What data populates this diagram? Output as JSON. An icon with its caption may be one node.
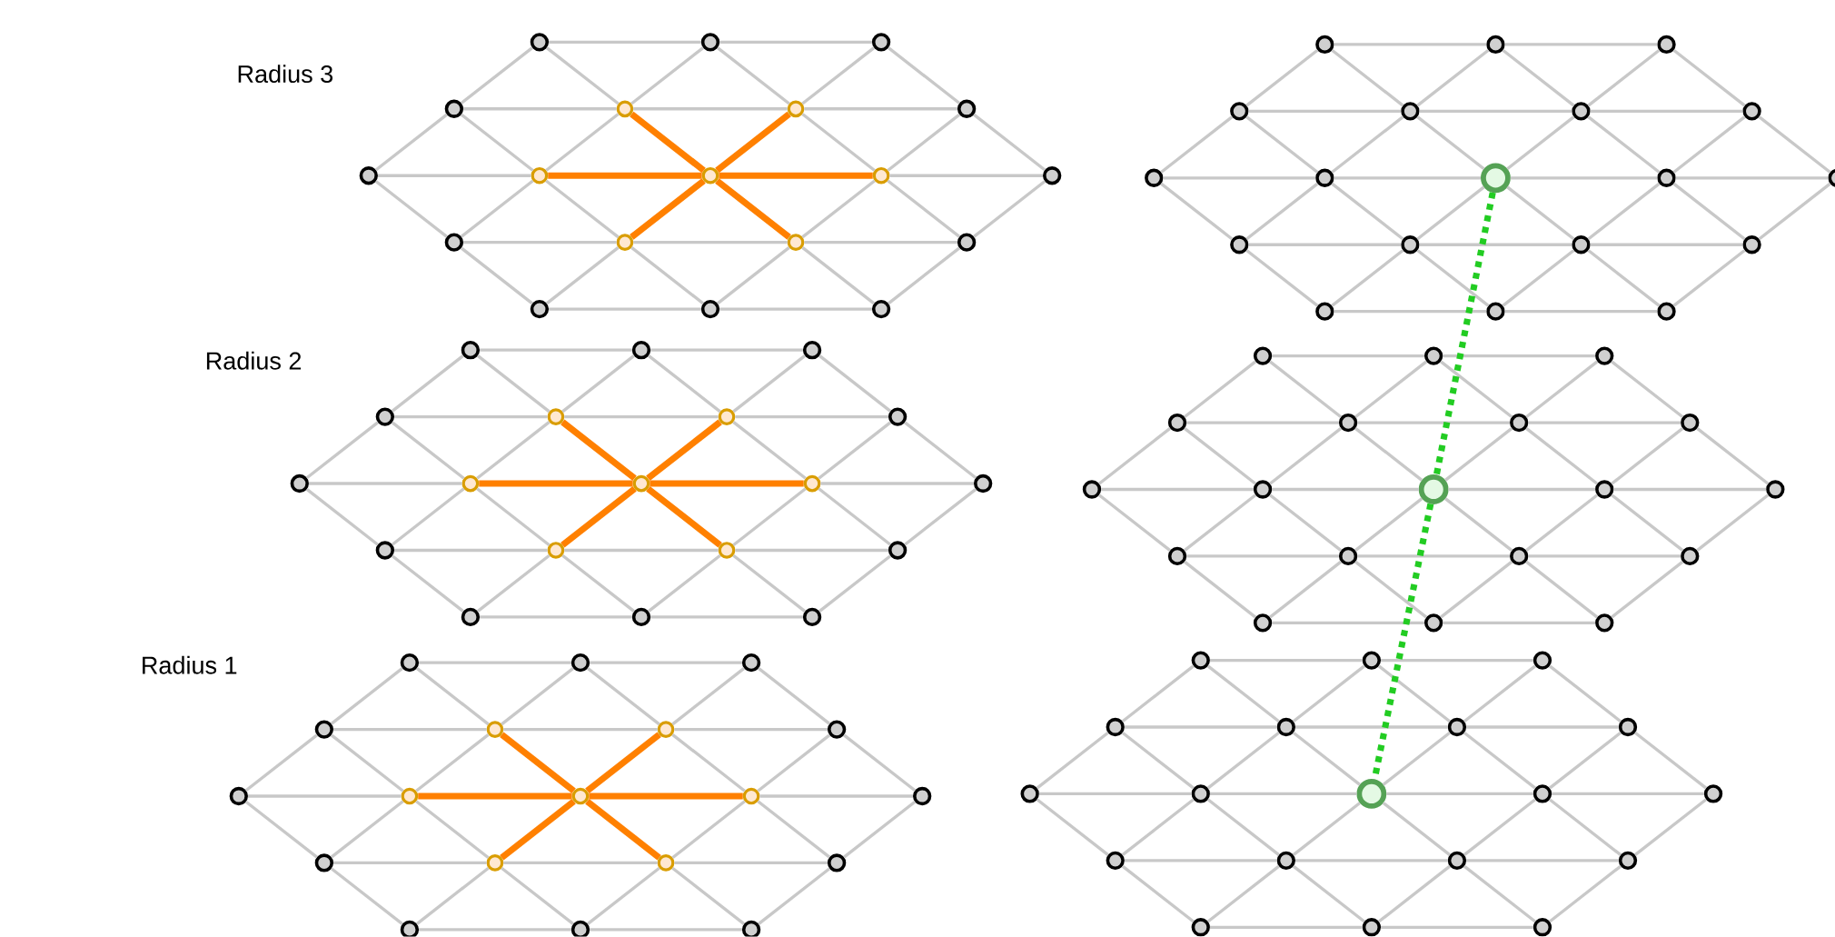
{
  "diagram": {
    "nodes": [
      {
        "text": [],
        "shape": "circle"
      },
      {
        "text": [],
        "shape": "circle"
      },
      {
        "text": [],
        "shape": "circle"
      },
      {
        "text": [],
        "shape": "circle"
      },
      {
        "text": [],
        "shape": "circle"
      },
      {
        "text": [],
        "shape": "circle"
      },
      {
        "text": [],
        "shape": "circle"
      },
      {
        "text": [],
        "shape": "circle"
      },
      {
        "text": [],
        "shape": "circle"
      },
      {
        "text": [],
        "shape": "circle"
      },
      {
        "text": [],
        "shape": "circle"
      },
      {
        "text": [],
        "shape": "circle"
      },
      {
        "text": [],
        "shape": "circle"
      },
      {
        "text": [],
        "shape": "circle"
      },
      {
        "text": [],
        "shape": "circle"
      },
      {
        "text": [],
        "shape": "circle"
      },
      {
        "text": [],
        "shape": "circle"
      },
      {
        "text": [],
        "shape": "circle"
      },
      {
        "text": [],
        "shape": "circle"
      },
      {
        "text": [],
        "shape": "circle"
      },
      {
        "text": [],
        "shape": "circle"
      },
      {
        "text": [],
        "shape": "circle"
      },
      {
        "text": [],
        "shape": "circle"
      },
      {
        "text": [],
        "shape": "circle"
      },
      {
        "text": [],
        "shape": "circle"
      },
      {
        "text": [],
        "shape": "circle"
      },
      {
        "text": [],
        "shape": "circle"
      },
      {
        "text": [],
        "shape": "circle"
      },
      {
        "text": [],
        "shape": "circle"
      },
      {
        "text": [],
        "shape": "circle"
      },
      {
        "text": [],
        "shape": "circle"
      },
      {
        "text": [],
        "shape": "circle"
      },
      {
        "text": [],
        "shape": "circle"
      },
      {
        "text": [],
        "shape": "circle"
      },
      {
        "text": [],
        "shape": "circle"
      },
      {
        "text": [],
        "shape": "circle"
      },
      {
        "text": [],
        "shape": "circle"
      },
      {
        "text": [],
        "shape": "circle"
      },
      {
        "text": [],
        "shape": "circle"
      },
      {
        "text": [],
        "shape": "circle"
      },
      {
        "text": [],
        "shape": "circle"
      },
      {
        "text": [],
        "shape": "circle"
      },
      {
        "text": [],
        "shape": "circle"
      },
      {
        "text": [],
        "shape": "circle"
      },
      {
        "text": [],
        "shape": "circle"
      },
      {
        "text": [],
        "shape": "circle"
      },
      {
        "text": [],
        "shape": "circle"
      },
      {
        "text": [],
        "shape": "circle"
      },
      {
        "text": [],
        "shape": "circle"
      },
      {
        "text": [],
        "shape": "circle"
      },
      {
        "text": [],
        "shape": "circle"
      },
      {
        "text": [],
        "shape": "circle"
      },
      {
        "text": [],
        "shape": "circle"
      },
      {
        "text": [],
        "shape": "circle"
      },
      {
        "text": [],
        "shape": "circle"
      },
      {
        "text": [],
        "shape": "circle"
      },
      {
        "text": [],
        "shape": "circle"
      },
      {
        "text": [],
        "shape": "circle"
      },
      {
        "text": [],
        "shape": "circle"
      },
      {
        "text": [],
        "shape": "circle"
      },
      {
        "text": [],
        "shape": "circle"
      },
      {
        "text": [],
        "shape": "circle"
      },
      {
        "text": [],
        "shape": "circle"
      },
      {
        "text": [],
        "shape": "circle"
      },
      {
        "text": [],
        "shape": "circle"
      },
      {
        "text": [],
        "shape": "circle"
      },
      {
        "text": [],
        "shape": "circle"
      },
      {
        "text": [],
        "shape": "circle"
      },
      {
        "text": [],
        "shape": "circle"
      },
      {
        "text": [],
        "shape": "circle"
      },
      {
        "text": [],
        "shape": "circle"
      },
      {
        "text": [],
        "shape": "circle"
      },
      {
        "text": [],
        "shape": "circle"
      },
      {
        "text": [],
        "shape": "circle"
      },
      {
        "text": [],
        "shape": "circle"
      },
      {
        "text": [],
        "shape": "circle"
      },
      {
        "text": [],
        "shape": "circle"
      },
      {
        "text": [],
        "shape": "circle"
      },
      {
        "text": [],
        "shape": "circle"
      },
      {
        "text": [],
        "shape": "circle"
      },
      {
        "text": [],
        "shape": "circle"
      },
      {
        "text": [],
        "shape": "circle"
      },
      {
        "text": [],
        "shape": "circle"
      },
      {
        "text": [],
        "shape": "circle"
      },
      {
        "text": [],
        "shape": "circle"
      },
      {
        "text": [],
        "shape": "circle"
      },
      {
        "text": [],
        "shape": "circle"
      },
      {
        "text": [],
        "shape": "circle"
      },
      {
        "text": [],
        "shape": "circle"
      },
      {
        "text": [],
        "shape": "circle"
      },
      {
        "text": [],
        "shape": "circle"
      },
      {
        "text": [],
        "shape": "circle"
      },
      {
        "text": [],
        "shape": "circle"
      },
      {
        "text": [],
        "shape": "circle"
      },
      {
        "text": [],
        "shape": "circle"
      },
      {
        "text": [],
        "shape": "circle"
      },
      {
        "text": [],
        "shape": "circle"
      },
      {
        "text": [],
        "shape": "circle"
      },
      {
        "text": [],
        "shape": "circle"
      },
      {
        "text": [],
        "shape": "circle"
      },
      {
        "text": [],
        "shape": "circle"
      },
      {
        "text": [],
        "shape": "circle"
      },
      {
        "text": [],
        "shape": "circle"
      },
      {
        "text": [],
        "shape": "circle"
      },
      {
        "text": [],
        "shape": "circle"
      },
      {
        "text": [],
        "shape": "circle"
      },
      {
        "text": [],
        "shape": "circle"
      },
      {
        "text": [],
        "shape": "circle"
      },
      {
        "text": [],
        "shape": "circle"
      },
      {
        "text": [],
        "shape": "circle"
      },
      {
        "text": [],
        "shape": "circle"
      },
      {
        "text": [],
        "shape": "circle"
      },
      {
        "text": [],
        "shape": "circle"
      },
      {
        "text": [],
        "shape": "circle"
      }
    ],
    "edges": [
      {
        "from": 0,
        "to": 1,
        "arrow": "none"
      },
      {
        "from": 1,
        "to": 2,
        "arrow": "none"
      },
      {
        "from": 3,
        "to": 4,
        "arrow": "none"
      },
      {
        "from": 4,
        "to": 5,
        "arrow": "none"
      },
      {
        "from": 5,
        "to": 6,
        "arrow": "none"
      },
      {
        "from": 7,
        "to": 8,
        "arrow": "none"
      },
      {
        "from": 9,
        "to": 8,
        "arrow": "none",
        "style": "thick",
        "color": "#ff8000"
      },
      {
        "from": 9,
        "to": 10,
        "arrow": "none",
        "style": "thick",
        "color": "#ff8000"
      },
      {
        "from": 10,
        "to": 11,
        "arrow": "none"
      },
      {
        "from": 12,
        "to": 13,
        "arrow": "none"
      },
      {
        "from": 13,
        "to": 14,
        "arrow": "none"
      },
      {
        "from": 14,
        "to": 15,
        "arrow": "none"
      },
      {
        "from": 16,
        "to": 17,
        "arrow": "none"
      },
      {
        "from": 17,
        "to": 18,
        "arrow": "none"
      },
      {
        "from": 0,
        "to": 3,
        "arrow": "none"
      },
      {
        "from": 0,
        "to": 4,
        "arrow": "none"
      },
      {
        "from": 1,
        "to": 4,
        "arrow": "none"
      },
      {
        "from": 1,
        "to": 5,
        "arrow": "none"
      },
      {
        "from": 2,
        "to": 5,
        "arrow": "none"
      },
      {
        "from": 2,
        "to": 6,
        "arrow": "none"
      },
      {
        "from": 3,
        "to": 7,
        "arrow": "none"
      },
      {
        "from": 3,
        "to": 8,
        "arrow": "none"
      },
      {
        "from": 4,
        "to": 8,
        "arrow": "none"
      },
      {
        "from": 9,
        "to": 4,
        "arrow": "none",
        "style": "thick",
        "color": "#ff8000"
      },
      {
        "from": 9,
        "to": 5,
        "arrow": "none",
        "style": "thick",
        "color": "#ff8000"
      },
      {
        "from": 5,
        "to": 10,
        "arrow": "none"
      },
      {
        "from": 6,
        "to": 10,
        "arrow": "none"
      },
      {
        "from": 6,
        "to": 11,
        "arrow": "none"
      },
      {
        "from": 7,
        "to": 12,
        "arrow": "none"
      },
      {
        "from": 8,
        "to": 12,
        "arrow": "none"
      },
      {
        "from": 8,
        "to": 13,
        "arrow": "none"
      },
      {
        "from": 9,
        "to": 13,
        "arrow": "none",
        "style": "thick",
        "color": "#ff8000"
      },
      {
        "from": 9,
        "to": 14,
        "arrow": "none",
        "style": "thick",
        "color": "#ff8000"
      },
      {
        "from": 10,
        "to": 14,
        "arrow": "none"
      },
      {
        "from": 10,
        "to": 15,
        "arrow": "none"
      },
      {
        "from": 11,
        "to": 15,
        "arrow": "none"
      },
      {
        "from": 12,
        "to": 16,
        "arrow": "none"
      },
      {
        "from": 13,
        "to": 16,
        "arrow": "none"
      },
      {
        "from": 13,
        "to": 17,
        "arrow": "none"
      },
      {
        "from": 14,
        "to": 17,
        "arrow": "none"
      },
      {
        "from": 14,
        "to": 18,
        "arrow": "none"
      },
      {
        "from": 15,
        "to": 18,
        "arrow": "none"
      },
      {
        "from": 19,
        "to": 20,
        "arrow": "none"
      },
      {
        "from": 20,
        "to": 21,
        "arrow": "none"
      },
      {
        "from": 22,
        "to": 23,
        "arrow": "none"
      },
      {
        "from": 23,
        "to": 24,
        "arrow": "none"
      },
      {
        "from": 24,
        "to": 25,
        "arrow": "none"
      },
      {
        "from": 26,
        "to": 27,
        "arrow": "none"
      },
      {
        "from": 27,
        "to": 28,
        "arrow": "none"
      },
      {
        "from": 28,
        "to": 29,
        "arrow": "none"
      },
      {
        "from": 29,
        "to": 30,
        "arrow": "none"
      },
      {
        "from": 31,
        "to": 32,
        "arrow": "none"
      },
      {
        "from": 32,
        "to": 33,
        "arrow": "none"
      },
      {
        "from": 33,
        "to": 34,
        "arrow": "none"
      },
      {
        "from": 35,
        "to": 36,
        "arrow": "none"
      },
      {
        "from": 36,
        "to": 37,
        "arrow": "none"
      },
      {
        "from": 19,
        "to": 22,
        "arrow": "none"
      },
      {
        "from": 19,
        "to": 23,
        "arrow": "none"
      },
      {
        "from": 20,
        "to": 23,
        "arrow": "none"
      },
      {
        "from": 20,
        "to": 24,
        "arrow": "none"
      },
      {
        "from": 21,
        "to": 24,
        "arrow": "none"
      },
      {
        "from": 21,
        "to": 25,
        "arrow": "none"
      },
      {
        "from": 22,
        "to": 26,
        "arrow": "none"
      },
      {
        "from": 22,
        "to": 27,
        "arrow": "none"
      },
      {
        "from": 23,
        "to": 27,
        "arrow": "none"
      },
      {
        "from": 23,
        "to": 28,
        "arrow": "none"
      },
      {
        "from": 24,
        "to": 28,
        "arrow": "none"
      },
      {
        "from": 24,
        "to": 29,
        "arrow": "none"
      },
      {
        "from": 25,
        "to": 29,
        "arrow": "none"
      },
      {
        "from": 25,
        "to": 30,
        "arrow": "none"
      },
      {
        "from": 26,
        "to": 31,
        "arrow": "none"
      },
      {
        "from": 27,
        "to": 31,
        "arrow": "none"
      },
      {
        "from": 27,
        "to": 32,
        "arrow": "none"
      },
      {
        "from": 28,
        "to": 32,
        "arrow": "none"
      },
      {
        "from": 28,
        "to": 33,
        "arrow": "none"
      },
      {
        "from": 29,
        "to": 33,
        "arrow": "none"
      },
      {
        "from": 29,
        "to": 34,
        "arrow": "none"
      },
      {
        "from": 30,
        "to": 34,
        "arrow": "none"
      },
      {
        "from": 31,
        "to": 35,
        "arrow": "none"
      },
      {
        "from": 32,
        "to": 35,
        "arrow": "none"
      },
      {
        "from": 32,
        "to": 36,
        "arrow": "none"
      },
      {
        "from": 33,
        "to": 36,
        "arrow": "none"
      },
      {
        "from": 33,
        "to": 37,
        "arrow": "none"
      },
      {
        "from": 34,
        "to": 37,
        "arrow": "none"
      },
      {
        "from": 38,
        "to": 39,
        "arrow": "none"
      },
      {
        "from": 39,
        "to": 40,
        "arrow": "none"
      },
      {
        "from": 41,
        "to": 42,
        "arrow": "none"
      },
      {
        "from": 42,
        "to": 43,
        "arrow": "none"
      },
      {
        "from": 43,
        "to": 44,
        "arrow": "none"
      },
      {
        "from": 45,
        "to": 46,
        "arrow": "none"
      },
      {
        "from": 47,
        "to": 46,
        "arrow": "none",
        "style": "thick",
        "color": "#ff8000"
      },
      {
        "from": 47,
        "to": 48,
        "arrow": "none",
        "style": "thick",
        "color": "#ff8000"
      },
      {
        "from": 48,
        "to": 49,
        "arrow": "none"
      },
      {
        "from": 50,
        "to": 51,
        "arrow": "none"
      },
      {
        "from": 51,
        "to": 52,
        "arrow": "none"
      },
      {
        "from": 52,
        "to": 53,
        "arrow": "none"
      },
      {
        "from": 54,
        "to": 55,
        "arrow": "none"
      },
      {
        "from": 55,
        "to": 56,
        "arrow": "none"
      },
      {
        "from": 38,
        "to": 41,
        "arrow": "none"
      },
      {
        "from": 38,
        "to": 42,
        "arrow": "none"
      },
      {
        "from": 39,
        "to": 42,
        "arrow": "none"
      },
      {
        "from": 39,
        "to": 43,
        "arrow": "none"
      },
      {
        "from": 40,
        "to": 43,
        "arrow": "none"
      },
      {
        "from": 40,
        "to": 44,
        "arrow": "none"
      },
      {
        "from": 41,
        "to": 45,
        "arrow": "none"
      },
      {
        "from": 41,
        "to": 46,
        "arrow": "none"
      },
      {
        "from": 42,
        "to": 46,
        "arrow": "none"
      },
      {
        "from": 47,
        "to": 42,
        "arrow": "none",
        "style": "thick",
        "color": "#ff8000"
      },
      {
        "from": 47,
        "to": 43,
        "arrow": "none",
        "style": "thick",
        "color": "#ff8000"
      },
      {
        "from": 43,
        "to": 48,
        "arrow": "none"
      },
      {
        "from": 44,
        "to": 48,
        "arrow": "none"
      },
      {
        "from": 44,
        "to": 49,
        "arrow": "none"
      },
      {
        "from": 45,
        "to": 50,
        "arrow": "none"
      },
      {
        "from": 46,
        "to": 50,
        "arrow": "none"
      },
      {
        "from": 46,
        "to": 51,
        "arrow": "none"
      },
      {
        "from": 47,
        "to": 51,
        "arrow": "none",
        "style": "thick",
        "color": "#ff8000"
      },
      {
        "from": 47,
        "to": 52,
        "arrow": "none",
        "style": "thick",
        "color": "#ff8000"
      },
      {
        "from": 48,
        "to": 52,
        "arrow": "none"
      },
      {
        "from": 48,
        "to": 53,
        "arrow": "none"
      },
      {
        "from": 49,
        "to": 53,
        "arrow": "none"
      },
      {
        "from": 50,
        "to": 54,
        "arrow": "none"
      },
      {
        "from": 51,
        "to": 54,
        "arrow": "none"
      },
      {
        "from": 51,
        "to": 55,
        "arrow": "none"
      },
      {
        "from": 52,
        "to": 55,
        "arrow": "none"
      },
      {
        "from": 52,
        "to": 56,
        "arrow": "none"
      },
      {
        "from": 53,
        "to": 56,
        "arrow": "none"
      },
      {
        "from": 57,
        "to": 58,
        "arrow": "none"
      },
      {
        "from": 58,
        "to": 59,
        "arrow": "none"
      },
      {
        "from": 60,
        "to": 61,
        "arrow": "none"
      },
      {
        "from": 61,
        "to": 62,
        "arrow": "none"
      },
      {
        "from": 62,
        "to": 63,
        "arrow": "none"
      },
      {
        "from": 64,
        "to": 65,
        "arrow": "none"
      },
      {
        "from": 65,
        "to": 66,
        "arrow": "none"
      },
      {
        "from": 66,
        "to": 67,
        "arrow": "none"
      },
      {
        "from": 67,
        "to": 68,
        "arrow": "none"
      },
      {
        "from": 69,
        "to": 70,
        "arrow": "none"
      },
      {
        "from": 70,
        "to": 71,
        "arrow": "none"
      },
      {
        "from": 71,
        "to": 72,
        "arrow": "none"
      },
      {
        "from": 73,
        "to": 74,
        "arrow": "none"
      },
      {
        "from": 74,
        "to": 75,
        "arrow": "none"
      },
      {
        "from": 57,
        "to": 60,
        "arrow": "none"
      },
      {
        "from": 57,
        "to": 61,
        "arrow": "none"
      },
      {
        "from": 58,
        "to": 61,
        "arrow": "none"
      },
      {
        "from": 58,
        "to": 62,
        "arrow": "none"
      },
      {
        "from": 59,
        "to": 62,
        "arrow": "none"
      },
      {
        "from": 59,
        "to": 63,
        "arrow": "none"
      },
      {
        "from": 60,
        "to": 64,
        "arrow": "none"
      },
      {
        "from": 60,
        "to": 65,
        "arrow": "none"
      },
      {
        "from": 61,
        "to": 65,
        "arrow": "none"
      },
      {
        "from": 61,
        "to": 66,
        "arrow": "none"
      },
      {
        "from": 62,
        "to": 66,
        "arrow": "none"
      },
      {
        "from": 62,
        "to": 67,
        "arrow": "none"
      },
      {
        "from": 63,
        "to": 67,
        "arrow": "none"
      },
      {
        "from": 63,
        "to": 68,
        "arrow": "none"
      },
      {
        "from": 64,
        "to": 69,
        "arrow": "none"
      },
      {
        "from": 65,
        "to": 69,
        "arrow": "none"
      },
      {
        "from": 65,
        "to": 70,
        "arrow": "none"
      },
      {
        "from": 66,
        "to": 70,
        "arrow": "none"
      },
      {
        "from": 66,
        "to": 71,
        "arrow": "none"
      },
      {
        "from": 67,
        "to": 71,
        "arrow": "none"
      },
      {
        "from": 67,
        "to": 72,
        "arrow": "none"
      },
      {
        "from": 68,
        "to": 72,
        "arrow": "none"
      },
      {
        "from": 69,
        "to": 73,
        "arrow": "none"
      },
      {
        "from": 70,
        "to": 73,
        "arrow": "none"
      },
      {
        "from": 70,
        "to": 74,
        "arrow": "none"
      },
      {
        "from": 71,
        "to": 74,
        "arrow": "none"
      },
      {
        "from": 71,
        "to": 75,
        "arrow": "none"
      },
      {
        "from": 72,
        "to": 75,
        "arrow": "none"
      },
      {
        "from": 76,
        "to": 77,
        "arrow": "none"
      },
      {
        "from": 77,
        "to": 78,
        "arrow": "none"
      },
      {
        "from": 79,
        "to": 80,
        "arrow": "none"
      },
      {
        "from": 80,
        "to": 81,
        "arrow": "none"
      },
      {
        "from": 81,
        "to": 82,
        "arrow": "none"
      },
      {
        "from": 83,
        "to": 84,
        "arrow": "none"
      },
      {
        "from": 85,
        "to": 84,
        "arrow": "none",
        "style": "thick",
        "color": "#ff8000"
      },
      {
        "from": 85,
        "to": 86,
        "arrow": "none",
        "style": "thick",
        "color": "#ff8000"
      },
      {
        "from": 86,
        "to": 87,
        "arrow": "none"
      },
      {
        "from": 88,
        "to": 89,
        "arrow": "none"
      },
      {
        "from": 89,
        "to": 90,
        "arrow": "none"
      },
      {
        "from": 90,
        "to": 91,
        "arrow": "none"
      },
      {
        "from": 92,
        "to": 93,
        "arrow": "none"
      },
      {
        "from": 93,
        "to": 94,
        "arrow": "none"
      },
      {
        "from": 76,
        "to": 79,
        "arrow": "none"
      },
      {
        "from": 76,
        "to": 80,
        "arrow": "none"
      },
      {
        "from": 77,
        "to": 80,
        "arrow": "none"
      },
      {
        "from": 77,
        "to": 81,
        "arrow": "none"
      },
      {
        "from": 78,
        "to": 81,
        "arrow": "none"
      },
      {
        "from": 78,
        "to": 82,
        "arrow": "none"
      },
      {
        "from": 79,
        "to": 83,
        "arrow": "none"
      },
      {
        "from": 79,
        "to": 84,
        "arrow": "none"
      },
      {
        "from": 80,
        "to": 84,
        "arrow": "none"
      },
      {
        "from": 85,
        "to": 80,
        "arrow": "none",
        "style": "thick",
        "color": "#ff8000"
      },
      {
        "from": 85,
        "to": 81,
        "arrow": "none",
        "style": "thick",
        "color": "#ff8000"
      },
      {
        "from": 81,
        "to": 86,
        "arrow": "none"
      },
      {
        "from": 82,
        "to": 86,
        "arrow": "none"
      },
      {
        "from": 82,
        "to": 87,
        "arrow": "none"
      },
      {
        "from": 83,
        "to": 88,
        "arrow": "none"
      },
      {
        "from": 84,
        "to": 88,
        "arrow": "none"
      },
      {
        "from": 84,
        "to": 89,
        "arrow": "none"
      },
      {
        "from": 85,
        "to": 89,
        "arrow": "none",
        "style": "thick",
        "color": "#ff8000"
      },
      {
        "from": 85,
        "to": 90,
        "arrow": "none",
        "style": "thick",
        "color": "#ff8000"
      },
      {
        "from": 86,
        "to": 90,
        "arrow": "none"
      },
      {
        "from": 86,
        "to": 91,
        "arrow": "none"
      },
      {
        "from": 87,
        "to": 91,
        "arrow": "none"
      },
      {
        "from": 88,
        "to": 92,
        "arrow": "none"
      },
      {
        "from": 89,
        "to": 92,
        "arrow": "none"
      },
      {
        "from": 89,
        "to": 93,
        "arrow": "none"
      },
      {
        "from": 90,
        "to": 93,
        "arrow": "none"
      },
      {
        "from": 90,
        "to": 94,
        "arrow": "none"
      },
      {
        "from": 91,
        "to": 94,
        "arrow": "none"
      },
      {
        "from": 95,
        "to": 96,
        "arrow": "none"
      },
      {
        "from": 96,
        "to": 97,
        "arrow": "none"
      },
      {
        "from": 98,
        "to": 99,
        "arrow": "none"
      },
      {
        "from": 99,
        "to": 100,
        "arrow": "none"
      },
      {
        "from": 100,
        "to": 101,
        "arrow": "none"
      },
      {
        "from": 102,
        "to": 103,
        "arrow": "none"
      },
      {
        "from": 103,
        "to": 104,
        "arrow": "none"
      },
      {
        "from": 104,
        "to": 105,
        "arrow": "none"
      },
      {
        "from": 105,
        "to": 106,
        "arrow": "none"
      },
      {
        "from": 107,
        "to": 108,
        "arrow": "none"
      },
      {
        "from": 108,
        "to": 109,
        "arrow": "none"
      },
      {
        "from": 109,
        "to": 110,
        "arrow": "none"
      },
      {
        "from": 111,
        "to": 112,
        "arrow": "none"
      },
      {
        "from": 112,
        "to": 113,
        "arrow": "none"
      },
      {
        "from": 95,
        "to": 98,
        "arrow": "none"
      },
      {
        "from": 95,
        "to": 99,
        "arrow": "none"
      },
      {
        "from": 96,
        "to": 99,
        "arrow": "none"
      },
      {
        "from": 96,
        "to": 100,
        "arrow": "none"
      },
      {
        "from": 97,
        "to": 100,
        "arrow": "none"
      },
      {
        "from": 97,
        "to": 101,
        "arrow": "none"
      },
      {
        "from": 98,
        "to": 102,
        "arrow": "none"
      },
      {
        "from": 98,
        "to": 103,
        "arrow": "none"
      },
      {
        "from": 99,
        "to": 103,
        "arrow": "none"
      },
      {
        "from": 99,
        "to": 104,
        "arrow": "none"
      },
      {
        "from": 100,
        "to": 104,
        "arrow": "none"
      },
      {
        "from": 100,
        "to": 105,
        "arrow": "none"
      },
      {
        "from": 101,
        "to": 105,
        "arrow": "none"
      },
      {
        "from": 101,
        "to": 106,
        "arrow": "none"
      },
      {
        "from": 102,
        "to": 107,
        "arrow": "none"
      },
      {
        "from": 103,
        "to": 107,
        "arrow": "none"
      },
      {
        "from": 103,
        "to": 108,
        "arrow": "none"
      },
      {
        "from": 104,
        "to": 108,
        "arrow": "none"
      },
      {
        "from": 104,
        "to": 109,
        "arrow": "none"
      },
      {
        "from": 105,
        "to": 109,
        "arrow": "none"
      },
      {
        "from": 105,
        "to": 110,
        "arrow": "none"
      },
      {
        "from": 106,
        "to": 110,
        "arrow": "none"
      },
      {
        "from": 107,
        "to": 111,
        "arrow": "none"
      },
      {
        "from": 108,
        "to": 111,
        "arrow": "none"
      },
      {
        "from": 108,
        "to": 112,
        "arrow": "none"
      },
      {
        "from": 109,
        "to": 112,
        "arrow": "none"
      },
      {
        "from": 109,
        "to": 113,
        "arrow": "none"
      },
      {
        "from": 110,
        "to": 113,
        "arrow": "none"
      },
      {
        "from": 28,
        "to": 66,
        "arrow": "none",
        "style": "dashed",
        "color": "#22cc22"
      },
      {
        "from": 66,
        "to": 104,
        "arrow": "none",
        "style": "dashed",
        "color": "#22cc22"
      }
    ],
    "labels": [
      "Radius 3",
      "Radius 2",
      "Radius 1"
    ]
  }
}
